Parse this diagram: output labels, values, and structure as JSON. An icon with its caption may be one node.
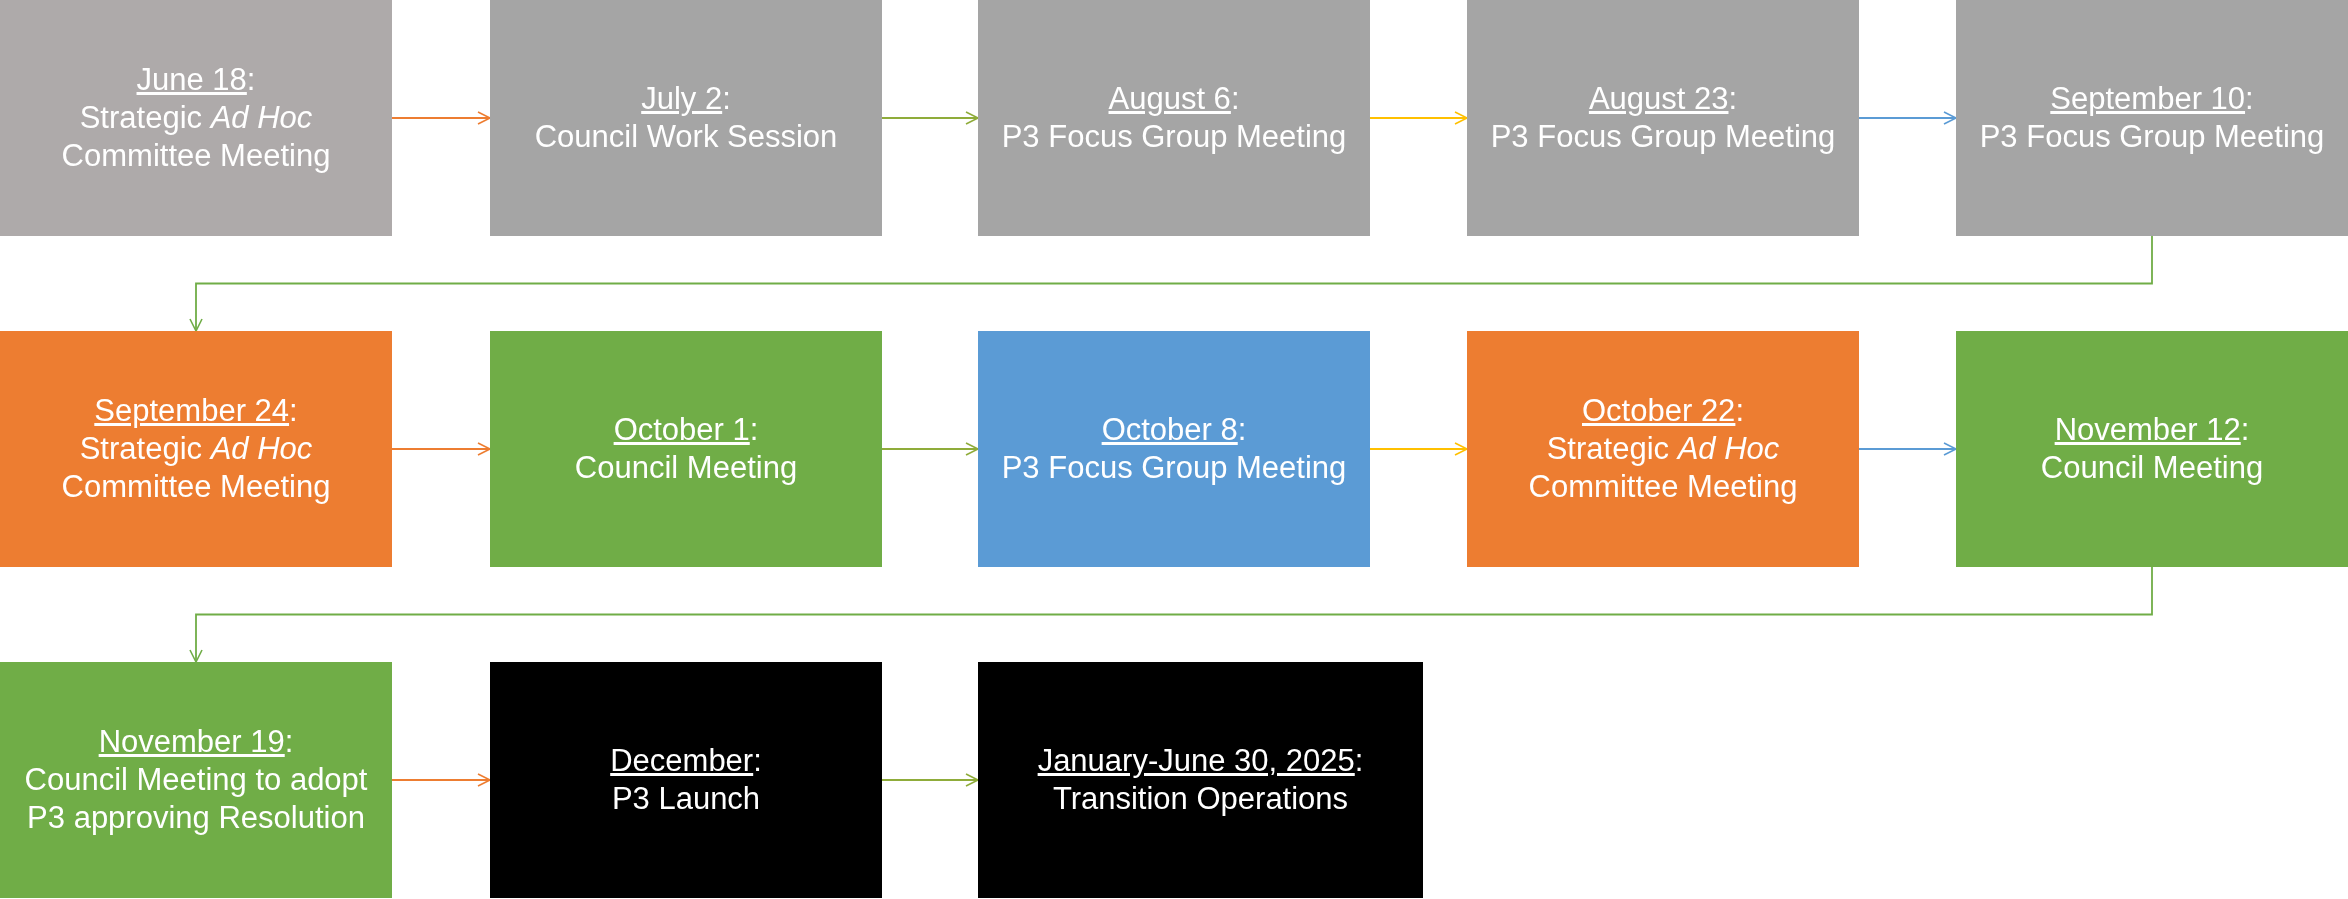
{
  "diagram": {
    "nodes": [
      {
        "text": [
          "June 18:",
          "Strategic *Ad Hoc* Committee Meeting"
        ]
      },
      {
        "text": [
          "July 2:",
          "Council Work Session"
        ]
      },
      {
        "text": [
          "August 6:",
          "P3 Focus Group Meeting"
        ]
      },
      {
        "text": [
          "August 23:",
          "P3 Focus Group Meeting"
        ]
      },
      {
        "text": [
          "September 10:",
          "P3 Focus Group Meeting"
        ]
      },
      {
        "text": [
          "September 24:",
          "Strategic *Ad Hoc* Committee Meeting"
        ]
      },
      {
        "text": [
          "October 1:",
          "Council Meeting"
        ]
      },
      {
        "text": [
          "October 8:",
          "P3 Focus Group Meeting"
        ]
      },
      {
        "text": [
          "October 22:",
          "Strategic *Ad Hoc* Committee Meeting"
        ]
      },
      {
        "text": [
          "November 12:",
          "Council Meeting"
        ]
      },
      {
        "text": [
          "November 19:",
          "Council Meeting to adopt P3 approving Resolution"
        ]
      },
      {
        "text": [
          "December:",
          "P3 Launch"
        ]
      },
      {
        "text": [
          "January-June 30, 2025:",
          "Transition Operations"
        ]
      }
    ],
    "edges": [
      {
        "from": 0,
        "to": 1,
        "arrow": "to",
        "color": "#ed7d31"
      },
      {
        "from": 1,
        "to": 2,
        "arrow": "to",
        "color": "#8fac3a"
      },
      {
        "from": 2,
        "to": 3,
        "arrow": "to",
        "color": "#ffc000"
      },
      {
        "from": 3,
        "to": 4,
        "arrow": "to",
        "color": "#5b9bd5"
      },
      {
        "from": 4,
        "to": 5,
        "arrow": "to",
        "color": "#70ad47"
      },
      {
        "from": 5,
        "to": 6,
        "arrow": "to",
        "color": "#ed7d31"
      },
      {
        "from": 6,
        "to": 7,
        "arrow": "to",
        "color": "#8fac3a"
      },
      {
        "from": 7,
        "to": 8,
        "arrow": "to",
        "color": "#ffc000"
      },
      {
        "from": 8,
        "to": 9,
        "arrow": "to",
        "color": "#5b9bd5"
      },
      {
        "from": 9,
        "to": 10,
        "arrow": "to",
        "color": "#70ad47"
      },
      {
        "from": 10,
        "to": 11,
        "arrow": "to",
        "color": "#ed7d31"
      },
      {
        "from": 11,
        "to": 12,
        "arrow": "to",
        "color": "#8fac3a"
      }
    ]
  }
}
